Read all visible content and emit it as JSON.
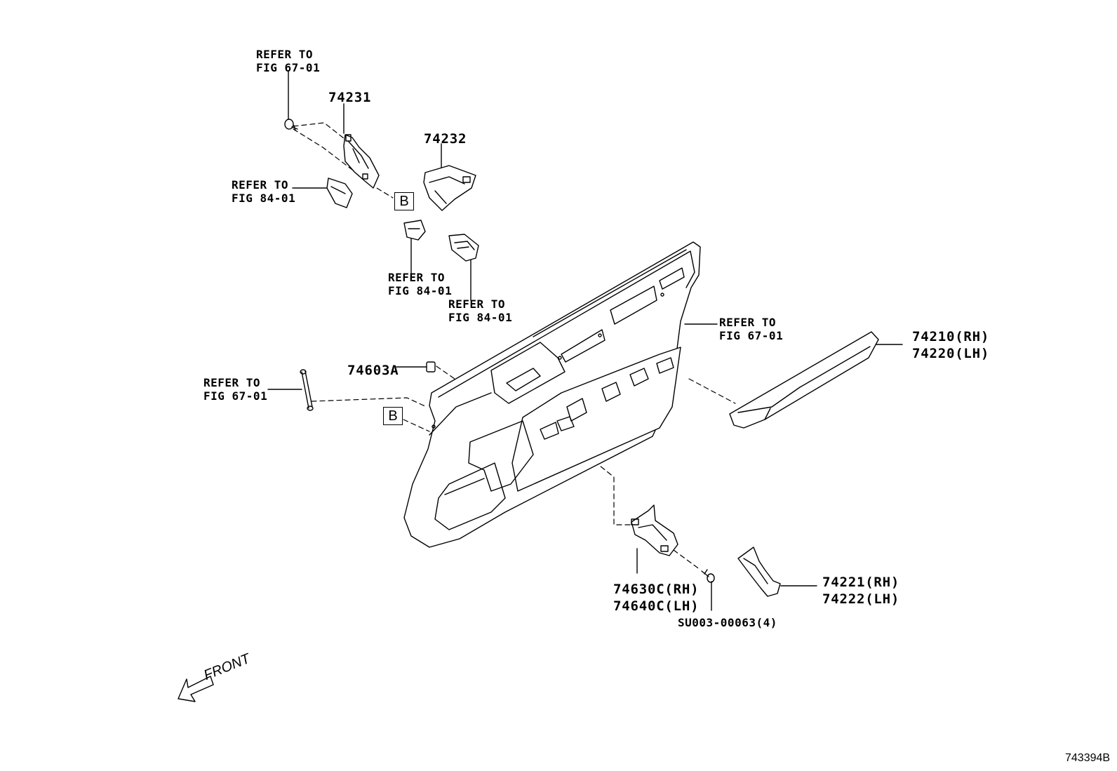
{
  "labels": {
    "ref_fig67_top": "REFER TO\nFIG 67-01",
    "ref_fig84_left": "REFER TO\nFIG 84-01",
    "ref_fig84_mid": "REFER TO\nFIG 84-01",
    "ref_fig84_right": "REFER TO\nFIG 84-01",
    "ref_fig67_right": "REFER TO\nFIG 67-01",
    "ref_fig67_left": "REFER TO\nFIG 67-01"
  },
  "parts": {
    "p74231": "74231",
    "p74232": "74232",
    "p74603A": "74603A",
    "p74210_74220": "74210(RH)\n74220(LH)",
    "p74630C_74640C": "74630C(RH)\n74640C(LH)",
    "p74221_74222": "74221(RH)\n74222(LH)",
    "su003": "SU003-00063(4)"
  },
  "callouts": {
    "b_upper": "B",
    "b_lower": "B"
  },
  "front_label": "FRONT",
  "doc_number": "743394B"
}
